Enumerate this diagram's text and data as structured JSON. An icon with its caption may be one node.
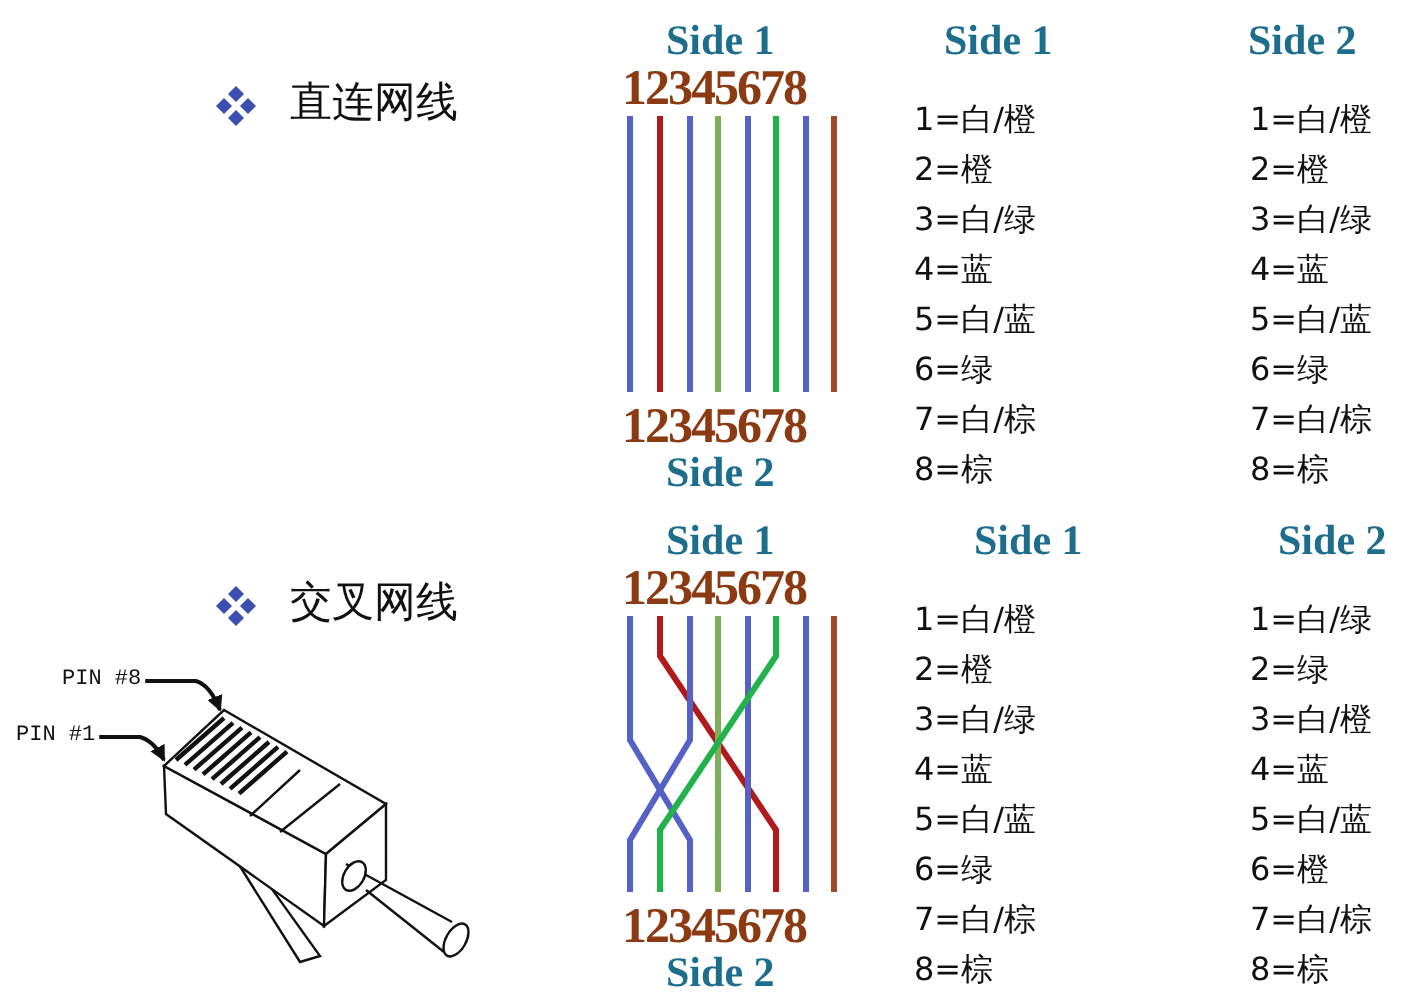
{
  "diagram": {
    "nodes": [
      {
        "text": [
          "PIN #8"
        ]
      },
      {
        "text": [
          "PIN #1"
        ]
      },
      {
        "text": [],
        "shape": "picture"
      }
    ],
    "edges": [
      {
        "from": 0,
        "to": 2,
        "arrow": "to"
      },
      {
        "from": 1,
        "to": 2,
        "arrow": "to"
      }
    ],
    "labels": [
      "直连网线",
      "Side 1",
      "12345678",
      "Side 1",
      "Side 2",
      "1=白/橙",
      "1=白/橙",
      "2=橙",
      "2=橙",
      "3=白/绿",
      "3=白/绿",
      "4=蓝",
      "4=蓝",
      "5=白/蓝",
      "5=白/蓝",
      "6=绿",
      "6=绿",
      "7=白/棕",
      "7=白/棕",
      "8=棕",
      "8=棕",
      "12345678",
      "Side 2",
      "交叉网线",
      "Side 1",
      "12345678",
      "Side 1",
      "Side 2",
      "1=白/橙",
      "1=白/绿",
      "2=橙",
      "2=绿",
      "3=白/绿",
      "3=白/橙",
      "4=蓝",
      "4=蓝",
      "5=白/蓝",
      "5=白/蓝",
      "6=绿",
      "6=橙",
      "7=白/棕",
      "7=白/棕",
      "8=棕",
      "8=棕",
      "12345678",
      "Side 2"
    ]
  }
}
